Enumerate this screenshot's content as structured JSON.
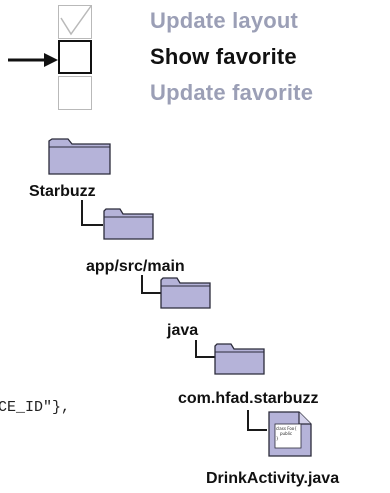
{
  "steps": [
    {
      "label": "Update layout",
      "state": "done"
    },
    {
      "label": "Show favorite",
      "state": "current"
    },
    {
      "label": "Update favorite",
      "state": "todo"
    }
  ],
  "colors": {
    "muted_step": "#9b9fb6",
    "current_step": "#111111",
    "folder_fill": "#b5b3d9",
    "folder_stroke": "#2b2b3a"
  },
  "folders": [
    "Starbuzz",
    "app/src/main",
    "java",
    "com.hfad.starbuzz"
  ],
  "file": {
    "name": "DrinkActivity.java",
    "icon_text": [
      "class Foo{",
      "public",
      "}"
    ]
  },
  "code_fragment": "CE_ID\"},"
}
